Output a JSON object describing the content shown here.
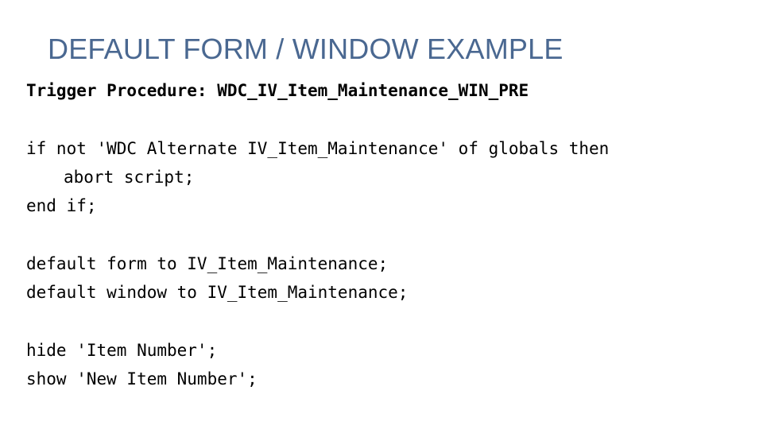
{
  "slide": {
    "title": "DEFAULT FORM / WINDOW EXAMPLE",
    "code_lines": [
      "Trigger Procedure: WDC_IV_Item_Maintenance_WIN_PRE",
      "",
      "if not 'WDC Alternate IV_Item_Maintenance' of globals then",
      "abort script;",
      "end if;",
      "",
      "default form to IV_Item_Maintenance;",
      "default window to IV_Item_Maintenance;",
      "",
      "hide 'Item Number';",
      "show 'New Item Number';"
    ]
  }
}
